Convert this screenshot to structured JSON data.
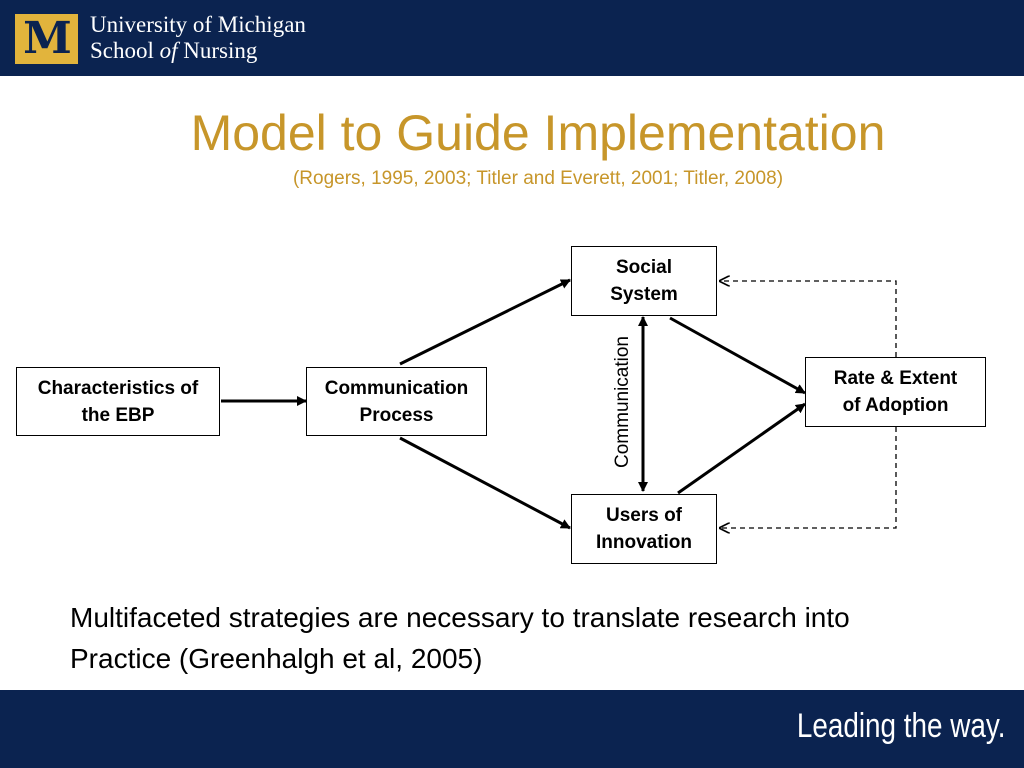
{
  "header": {
    "logo_letter": "M",
    "brand_line1": "University of Michigan",
    "brand_line2_pre": "School ",
    "brand_line2_italic": "of",
    "brand_line2_post": " Nursing"
  },
  "slide": {
    "title": "Model to Guide Implementation",
    "subtitle": "(Rogers, 1995, 2003;  Titler and Everett, 2001; Titler, 2008)"
  },
  "diagram": {
    "nodes": {
      "characteristics": [
        "Characteristics of",
        "the EBP"
      ],
      "communication_process": [
        "Communication",
        "Process"
      ],
      "social_system": [
        "Social",
        "System"
      ],
      "users_of_innovation": [
        "Users of",
        "Innovation"
      ],
      "rate_of_adoption": [
        "Rate & Extent",
        "of Adoption"
      ]
    },
    "edge_label": "Communication"
  },
  "body": {
    "line1": "Multifaceted strategies are necessary to translate research into",
    "line2": "Practice (Greenhalgh et al, 2005)"
  },
  "footer": {
    "tagline": "Leading the way."
  },
  "colors": {
    "navy": "#0b2350",
    "maize": "#e2b43c",
    "title_gold": "#c7962a"
  }
}
